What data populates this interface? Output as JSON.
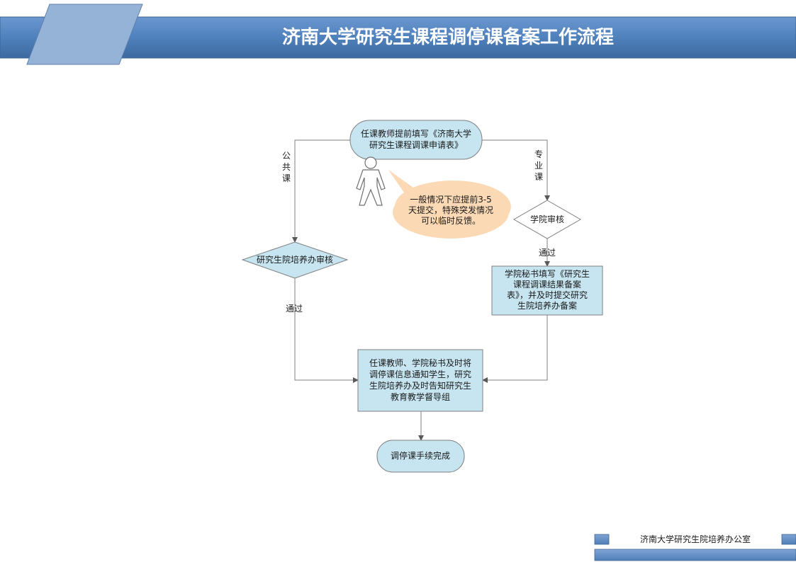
{
  "header": {
    "title": "济南大学研究生课程调停课备案工作流程"
  },
  "flow": {
    "start": [
      "任课教师提前填写《济南大学",
      "研究生课程调课申请表》"
    ],
    "note": [
      "一般情况下应提前3-5",
      "天提交，特殊突发情况",
      "可以临时反馈。"
    ],
    "left_branch_label": [
      "公",
      "共",
      "课"
    ],
    "right_branch_label": [
      "专",
      "业",
      "课"
    ],
    "decision_left": "研究生院培养办审核",
    "decision_right": "学院审核",
    "pass_left": "通过",
    "pass_right": "通过",
    "right_process": [
      "学院秘书填写《研究生",
      "课程调课结果备案",
      "表》，并及时提交研究",
      "生院培养办备案"
    ],
    "center_process": [
      "任课教师、学院秘书及时将",
      "调停课信息通知学生，研究",
      "生院培养办及时告知研究生",
      "教育教学督导组"
    ],
    "end": "调停课手续完成"
  },
  "footer": {
    "org": "济南大学研究生院培养办公室"
  },
  "colors": {
    "banner": "#4f81bd",
    "parallelogram": "#95b3d7",
    "node_fill": "#c6e5f1",
    "note_fill": "#fbd9b5",
    "line": "#7f7f7f"
  }
}
